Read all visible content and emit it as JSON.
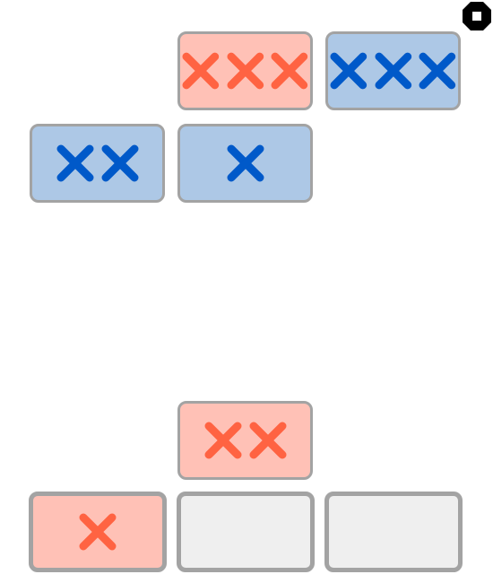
{
  "colors": {
    "red_fill": "#ffc1b6",
    "blue_fill": "#adc8e6",
    "empty_fill": "#efefef",
    "red_mark": "#ff6342",
    "blue_mark": "#0059c9",
    "border": "#a3a3a3"
  },
  "corner_icon": "stop-icon",
  "top_group": [
    {
      "id": "top-1",
      "color": "red",
      "count": 3
    },
    {
      "id": "top-2",
      "color": "blue",
      "count": 3
    },
    {
      "id": "top-3",
      "color": "blue",
      "count": 2
    },
    {
      "id": "top-4",
      "color": "blue",
      "count": 1
    }
  ],
  "bottom_group": [
    {
      "id": "bottom-1",
      "color": "red",
      "count": 2
    },
    {
      "id": "bottom-2",
      "color": "red",
      "count": 1
    },
    {
      "id": "bottom-3",
      "color": "empty",
      "count": 0
    },
    {
      "id": "bottom-4",
      "color": "empty",
      "count": 0
    }
  ]
}
